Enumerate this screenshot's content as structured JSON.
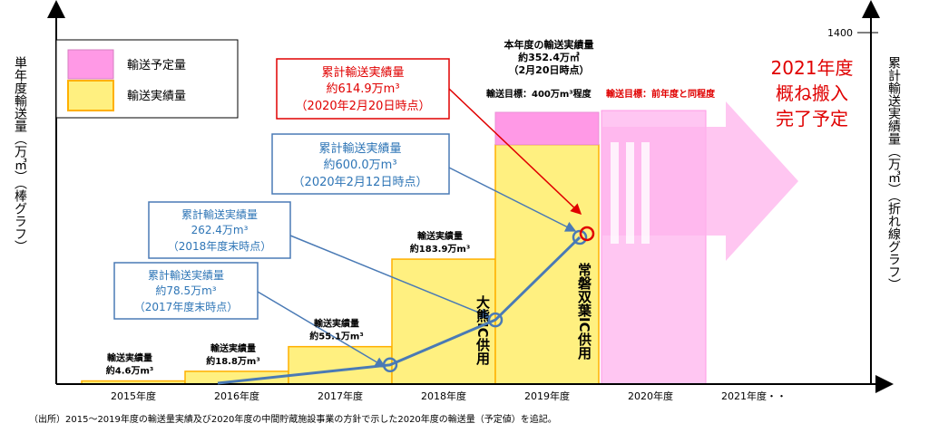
{
  "chart_data": {
    "type": "bar",
    "categories": [
      "2015年度",
      "2016年度",
      "2017年度",
      "2018年度",
      "2019年度",
      "2020年度",
      "2021年度・・"
    ],
    "series": [
      {
        "name": "輸送実績量",
        "values": [
          4.6,
          18.8,
          55.1,
          183.9,
          352.4,
          null,
          null
        ]
      },
      {
        "name": "輸送予定量",
        "values": [
          null,
          null,
          null,
          null,
          47.6,
          null,
          null
        ]
      }
    ],
    "line": {
      "points": [
        {
          "category": "2017年度",
          "value": 78.5
        },
        {
          "category": "2018年度",
          "value": 262.4
        },
        {
          "category": "2019年度",
          "value": 600.0
        },
        {
          "category": "2019年度",
          "value": 614.9
        }
      ]
    },
    "ylim_right": [
      0,
      1400
    ],
    "right_tick": "1400",
    "ylabel_left": "単年度輸送量（万㎥）（棒グラフ）",
    "ylabel_right": "累計輸送実績量（万㎥）（折れ線グラフ）",
    "bar_labels": [
      {
        "line1": "輸送実績量",
        "line2": "約4.6万m³"
      },
      {
        "line1": "輸送実績量",
        "line2": "約18.8万m³"
      },
      {
        "line1": "輸送実績量",
        "line2": "約55.1万m³"
      },
      {
        "line1": "輸送実績量",
        "line2": "約183.9万m³"
      }
    ],
    "legend": [
      {
        "label": "輸送予定量",
        "color": "#ff99e6"
      },
      {
        "label": "輸送実績量",
        "color": "#fff080"
      }
    ],
    "callouts": [
      {
        "line1": "累計輸送実績量",
        "line2": "約78.5万m³",
        "line3": "（2017年度末時点）",
        "color": "#2e75b6"
      },
      {
        "line1": "累計輸送実績量",
        "line2": "262.4万m³",
        "line3": "（2018年度末時点）",
        "color": "#2e75b6"
      },
      {
        "line1": "累計輸送実績量",
        "line2": "約600.0万m³",
        "line3": "（2020年2月12日時点）",
        "color": "#2e75b6"
      },
      {
        "line1": "累計輸送実績量",
        "line2": "約614.9万m³",
        "line3": "（2020年2月20日時点）",
        "color": "#e00000"
      }
    ],
    "current_year": {
      "line1": "本年度の輸送実績量",
      "line2": "約352.4万㎥",
      "line3": "（2月20日時点）"
    },
    "target_2019": "輸送目標：400万m³程度",
    "target_2020": "輸送目標：前年度と同程度",
    "ic_labels": [
      "大熊IC供用",
      "常磐双葉IC供用"
    ],
    "completion": [
      "2021年度",
      "概ね搬入",
      "完了予定"
    ],
    "colors": {
      "actual": "#fff080",
      "planned": "#ff99e6",
      "line": "#4a7ab5",
      "red": "#e00000",
      "blue": "#2e75b6",
      "future": "#ffc6f2"
    }
  },
  "footnote": "（出所）2015～2019年度の輸送量実績及び2020年度の中間貯蔵施設事業の方針で示した2020年度の輸送量（予定値）を追記。"
}
